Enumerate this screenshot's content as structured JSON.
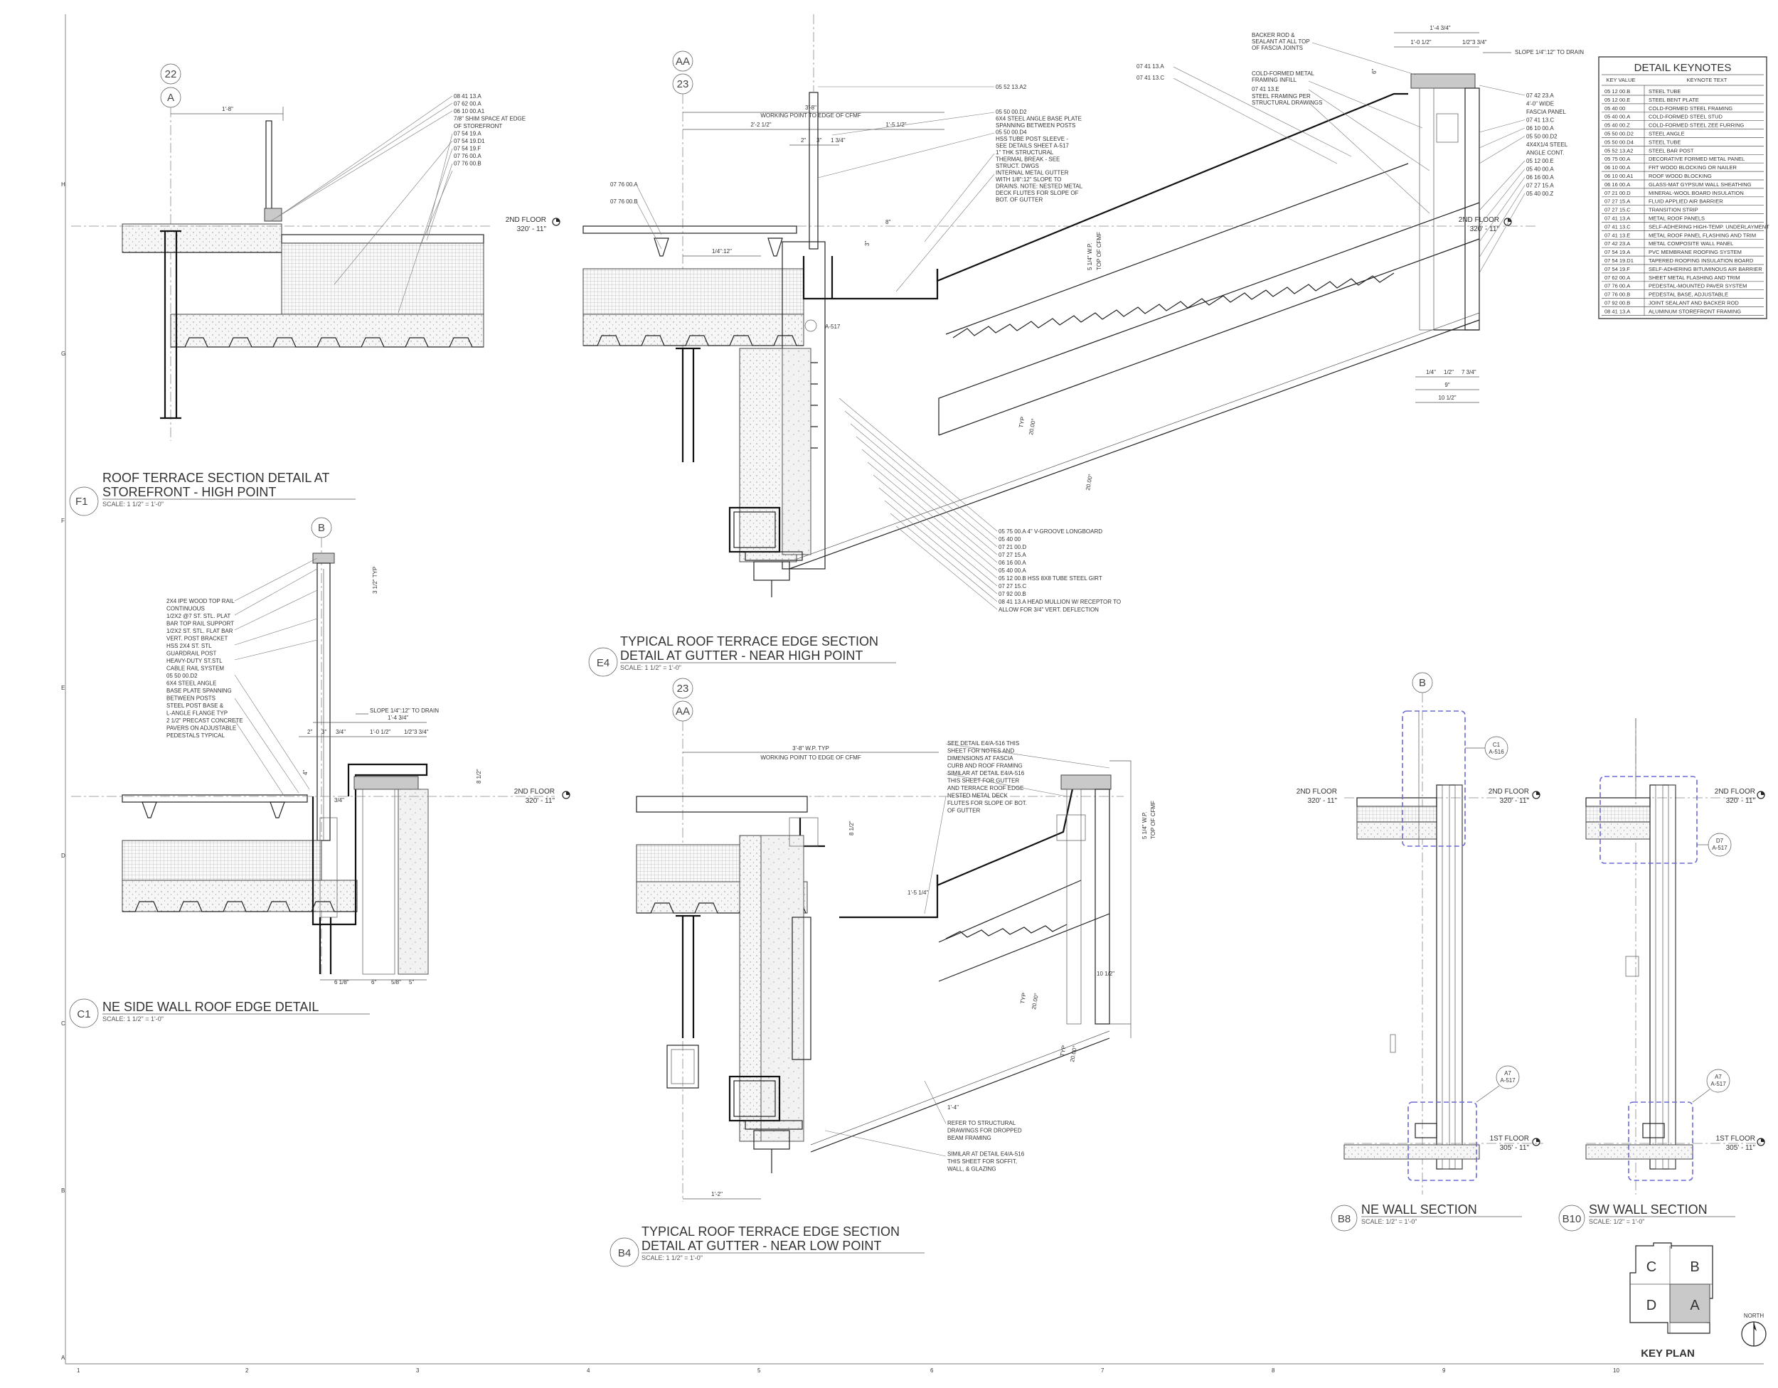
{
  "grid": {
    "rows": [
      "H",
      "G",
      "F",
      "E",
      "D",
      "C",
      "B",
      "A"
    ],
    "cols": [
      "1",
      "2",
      "3",
      "4",
      "5",
      "6",
      "7",
      "8",
      "9",
      "10"
    ]
  },
  "keynotes": {
    "title": "DETAIL KEYNOTES",
    "col_key": "KEY VALUE",
    "col_text": "KEYNOTE TEXT",
    "rows": [
      [
        "05 12 00.B",
        "STEEL TUBE"
      ],
      [
        "05 12 00.E",
        "STEEL BENT PLATE"
      ],
      [
        "05 40 00",
        "COLD-FORMED STEEL FRAMING"
      ],
      [
        "05 40 00.A",
        "COLD-FORMED STEEL STUD"
      ],
      [
        "05 40 00.Z",
        "COLD-FORMED STEEL ZEE FURRING"
      ],
      [
        "05 50 00.D2",
        "STEEL ANGLE"
      ],
      [
        "05 50 00.D4",
        "STEEL TUBE"
      ],
      [
        "05 52 13.A2",
        "STEEL BAR POST"
      ],
      [
        "05 75 00.A",
        "DECORATIVE FORMED METAL PANEL"
      ],
      [
        "06 10 00.A",
        "FRT WOOD BLOCKING OR NAILER"
      ],
      [
        "06 10 00.A1",
        "ROOF WOOD BLOCKING"
      ],
      [
        "06 16 00.A",
        "GLASS-MAT GYPSUM WALL SHEATHING"
      ],
      [
        "07 21 00.D",
        "MINERAL-WOOL BOARD INSULATION"
      ],
      [
        "07 27 15.A",
        "FLUID APPLIED AIR BARRIER"
      ],
      [
        "07 27 15.C",
        "TRANSITION STRIP"
      ],
      [
        "07 41 13.A",
        "METAL ROOF PANELS"
      ],
      [
        "07 41 13.C",
        "SELF-ADHERING HIGH-TEMP. UNDERLAYMENT"
      ],
      [
        "07 41 13.E",
        "METAL ROOF PANEL FLASHING AND TRIM"
      ],
      [
        "07 42 23.A",
        "METAL COMPOSITE WALL PANEL"
      ],
      [
        "07 54 19.A",
        "PVC MEMBRANE ROOFING SYSTEM"
      ],
      [
        "07 54 19.D1",
        "TAPERED ROOFING INSULATION BOARD"
      ],
      [
        "07 54 19.F",
        "SELF-ADHERING BITUMINOUS AIR BARRIER"
      ],
      [
        "07 62 00.A",
        "SHEET METAL FLASHING AND TRIM"
      ],
      [
        "07 76 00.A",
        "PEDESTAL-MOUNTED PAVER SYSTEM"
      ],
      [
        "07 76 00.B",
        "PEDESTAL BASE, ADJUSTABLE"
      ],
      [
        "07 92 00.B",
        "JOINT SEALANT AND BACKER ROD"
      ],
      [
        "08 41 13.A",
        "ALUMINUM STOREFRONT FRAMING"
      ]
    ]
  },
  "details": {
    "f1": {
      "id": "F1",
      "title1": "ROOF TERRACE SECTION DETAIL AT",
      "title2": "STOREFRONT - HIGH POINT",
      "scale": "SCALE:  1 1/2\" = 1'-0\"",
      "grid_top": "22",
      "grid_bot": "A",
      "dim": "1'-8\"",
      "notes": [
        "08 41 13.A",
        "07 62 00.A",
        "06 10 00.A1",
        "7/8\" SHIM SPACE AT EDGE",
        "OF STOREFRONT",
        "07 54 19.A",
        "07 54 19.D1",
        "07 54 19.F",
        "07 76 00.A",
        "07 76 00.B"
      ]
    },
    "e4": {
      "id": "E4",
      "title1": "TYPICAL ROOF TERRACE EDGE SECTION",
      "title2": "DETAIL AT GUTTER - NEAR HIGH POINT",
      "scale": "SCALE:  1 1/2\" = 1'-0\"",
      "grid_top": "AA",
      "grid_bot": "23",
      "dims": [
        "3'-8\"",
        "WORKING POINT TO EDGE OF CFMF",
        "2'-2 1/2\"",
        "1'-5 1/2\"",
        "2\"",
        "3\"",
        "1 3/4\"",
        "1/4\":12\"",
        "5 1/4\" W.P.",
        "TOP OF CFMF",
        "20.00°",
        "TYP",
        "20.00°",
        "8\""
      ],
      "notes_top": [
        "05 52 13.A2",
        "05 50 00.D2",
        "6X4 STEEL ANGLE BASE PLATE",
        "SPANNING BETWEEN POSTS",
        "05 50 00.D4",
        "HSS TUBE POST SLEEVE -",
        "SEE DETAILS SHEET A-517",
        "1\" THK STRUCTURAL",
        "THERMAL BREAK - SEE",
        "STRUCT. DWGS",
        "INTERNAL METAL GUTTER",
        "WITH 1/8\":12\" SLOPE TO",
        "DRAINS. NOTE: NESTED METAL",
        "DECK FLUTES FOR SLOPE OF",
        "BOT. OF GUTTER"
      ],
      "notes_left": [
        "07 76 00.A",
        "07 76 00.B"
      ],
      "notes_bot": [
        "05 75 00.A   4\" V-GROOVE LONGBOARD",
        "05 40 00",
        "07 21 00.D",
        "07 27 15.A",
        "06 16 00.A",
        "05 40 00.A",
        "05 12 00.B   HSS 8X8 TUBE STEEL GIRT",
        "07 27 15.C",
        "07 92 00.B",
        "08 41 13.A   HEAD MULLION W/ RECEPTOR TO",
        "ALLOW FOR 3/4\" VERT. DEFLECTION"
      ],
      "tag": "A-517"
    },
    "fascia": {
      "dims": [
        "1'-4 3/4\"",
        "1'-0 1/2\"",
        "1/2\"",
        "3 3/4\"",
        "1/4\"",
        "1/2\"",
        "7 3/4\"",
        "9\"",
        "10 1/2\"",
        "6\""
      ],
      "slope": "SLOPE 1/4\":12\" TO DRAIN",
      "notes_left": [
        "BACKER ROD &",
        "SEALANT AT ALL TOP",
        "OF FASCIA JOINTS",
        "07 41 13.A",
        "07 41 13.C",
        "COLD-FORMED METAL",
        "FRAMING INFILL",
        "07 41 13.E",
        "STEEL FRAMING PER",
        "STRUCTURAL DRAWINGS"
      ],
      "notes_right": [
        "07 42 23.A",
        "4'-0\" WIDE",
        "FASCIA PANEL",
        "07 41 13.C",
        "06 10 00.A",
        "05 50 00.D2",
        "4X4X1/4 STEEL",
        "ANGLE CONT.",
        "05 12 00.E",
        "05 40 00.A",
        "06 16 00.A",
        "07 27 15.A",
        "05 40 00.Z"
      ]
    },
    "c1": {
      "id": "C1",
      "title1": "NE SIDE WALL ROOF EDGE DETAIL",
      "scale": "SCALE:  1 1/2\" = 1'-0\"",
      "grid_top": "B",
      "notes": [
        "2X4 IPE WOOD TOP RAIL",
        "CONTINUOUS",
        "1/2X2 @7 ST. STL. PLAT",
        "BAR  TOP RAIL SUPPORT",
        "1/2X2 ST. STL. FLAT BAR",
        "VERT. POST BRACKET",
        "HSS 2X4 ST. STL",
        "GUARDRAIL POST",
        "HEAVY-DUTY ST.STL",
        "CABLE RAIL SYSTEM",
        "05 50 00.D2",
        "6X4  STEEL ANGLE",
        "BASE PLATE SPANNING",
        "BETWEEN POSTS",
        "STEEL POST BASE &",
        "L-ANGLE FLANGE TYP",
        "2 1/2\" PRECAST CONCRETE",
        "PAVERS ON ADJUSTABLE",
        "PEDESTALS TYPICAL"
      ],
      "dims": [
        "3 1/2\" TYP",
        "SLOPE 1/4\":12\" TO DRAIN",
        "1'-4 3/4\"",
        "2\"",
        "3\"",
        "3/4\"",
        "1'-0 1/2\"",
        "1/2\"",
        "3 3/4\"",
        "8 1/2\"",
        "4\"",
        "3/4\"",
        "6 1/8\"",
        "6\"",
        "5/8\"",
        "5\""
      ]
    },
    "b4": {
      "id": "B4",
      "title1": "TYPICAL ROOF TERRACE EDGE SECTION",
      "title2": "DETAIL AT GUTTER - NEAR LOW POINT",
      "scale": "SCALE:  1 1/2\" = 1'-0\"",
      "grid_top": "23",
      "grid_bot": "AA",
      "dims": [
        "3'-8\" W.P. TYP",
        "WORKING POINT TO EDGE OF CFMF",
        "8 1/2\"",
        "1'-5 1/4\"",
        "5 1/4\" W.P.",
        "TOP OF CFMF",
        "20.00°",
        "TYP",
        "20.00°",
        "TYP",
        "10 1/2\"",
        "1'-4\"",
        "1'-2\""
      ],
      "notes": [
        "SEE DETAIL E4/A-516 THIS",
        "SHEET FOR NOTES AND",
        "DIMENSIONS AT FASCIA",
        "CURB AND ROOF FRAMING",
        "SIMILAR AT DETAIL E4/A-516",
        "THIS SHEET FOR GUTTER",
        "AND TERRACE ROOF EDGE",
        "NESTED METAL DECK",
        "FLUTES FOR SLOPE OF BOT.",
        "OF GUTTER",
        "REFER TO STRUCTURAL",
        "DRAWINGS FOR DROPPED",
        "BEAM FRAMING",
        "SIMILAR AT DETAIL E4/A-516",
        "THIS SHEET FOR SOFFIT,",
        "WALL, & GLAZING"
      ]
    },
    "b8": {
      "id": "B8",
      "title1": "NE WALL SECTION",
      "scale": "SCALE:  1/2\" = 1'-0\"",
      "grid_top": "B",
      "tag_top_1": "C1",
      "tag_top_2": "A-516",
      "tag_bot_1": "A7",
      "tag_bot_2": "A-517"
    },
    "b10": {
      "id": "B10",
      "title1": "SW WALL SECTION",
      "scale": "SCALE:  1/2\" = 1'-0\"",
      "tag_top_1": "D7",
      "tag_top_2": "A-517",
      "tag_bot_1": "A7",
      "tag_bot_2": "A-517"
    }
  },
  "levels": {
    "second_floor": "2ND FLOOR",
    "second_elev": "320' - 11\"",
    "first_floor": "1ST FLOOR",
    "first_elev": "305' - 11\""
  },
  "key_plan": {
    "title": "KEY PLAN",
    "north": "NORTH",
    "quadrants": [
      "C",
      "B",
      "D",
      "A"
    ],
    "active": "A"
  }
}
